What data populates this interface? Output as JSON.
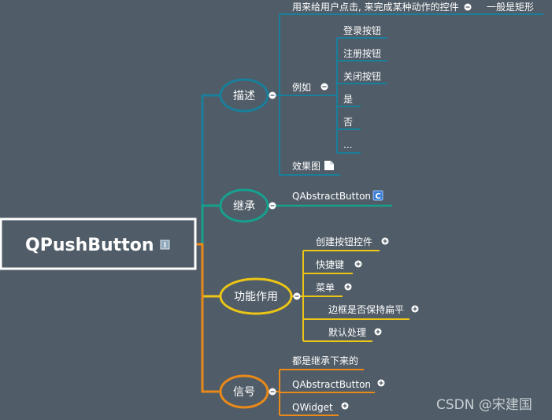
{
  "root": {
    "label": "QPushButton",
    "note_icon": "note-icon"
  },
  "branches": {
    "describe": {
      "label": "描述",
      "children": {
        "usage": "用来给用户点击, 来完成某种动作的控件",
        "usage_sub": "一般是矩形",
        "example": "例如",
        "example_items": [
          "登录按钮",
          "注册按钮",
          "关闭按钮",
          "是",
          "否",
          "..."
        ],
        "effect": "效果图",
        "effect_icon": "document-icon"
      }
    },
    "inherit": {
      "label": "继承",
      "children": {
        "base": "QAbstractButton",
        "class_badge": "C"
      }
    },
    "function": {
      "label": "功能作用",
      "children": [
        "创建按钮控件",
        "快捷键",
        "菜单",
        "边框是否保持扁平",
        "默认处理"
      ]
    },
    "signal": {
      "label": "信号",
      "children": [
        "都是继承下来的",
        "QAbstractButton",
        "QWidget"
      ]
    }
  },
  "watermark": "CSDN @宋建国",
  "colors": {
    "background": "#505c67",
    "describe": "#1a7f9a",
    "inherit": "#16a08e",
    "function": "#ecc515",
    "signal": "#e8891a",
    "root_border": "#ffffff"
  }
}
